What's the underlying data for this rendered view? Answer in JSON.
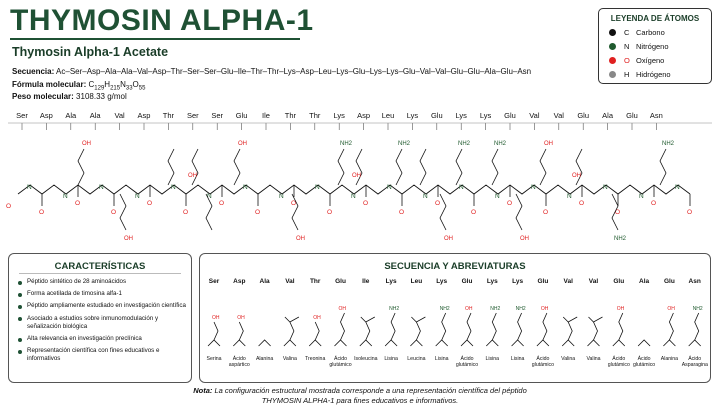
{
  "header": {
    "title": "THYMOSIN ALPHA-1",
    "subtitle": "Thymosin Alpha-1 Acetate",
    "sequence_label": "Secuencia:",
    "sequence_value": "Ac–Ser–Asp–Ala–Ala–Val–Asp–Thr–Ser–Ser–Glu–Ile–Thr–Thr–Lys–Asp–Leu–Lys–Glu–Lys–Lys–Glu–Val–Val–Glu–Glu–Ala–Glu–Asn",
    "formula_label": "Fórmula molecular:",
    "formula_parts": [
      "C",
      "129",
      "H",
      "215",
      "N",
      "33",
      "O",
      "55"
    ],
    "weight_label": "Peso molecular:",
    "weight_value": "3108.33 g/mol"
  },
  "legend": {
    "title": "LEYENDA DE ÁTOMOS",
    "items": [
      {
        "symbol": "C",
        "name": "Carbono",
        "color": "#111111"
      },
      {
        "symbol": "N",
        "name": "Nitrógeno",
        "color": "#1f5a2e"
      },
      {
        "symbol": "O",
        "name": "Oxígeno",
        "color": "#e02020"
      },
      {
        "symbol": "H",
        "name": "Hidrógeno",
        "color": "#888888"
      }
    ]
  },
  "structure": {
    "residues": [
      "Ser",
      "Asp",
      "Ala",
      "Ala",
      "Val",
      "Asp",
      "Thr",
      "Ser",
      "Ser",
      "Glu",
      "Ile",
      "Thr",
      "Thr",
      "Lys",
      "Asp",
      "Leu",
      "Lys",
      "Glu",
      "Lys",
      "Lys",
      "Glu",
      "Val",
      "Val",
      "Glu",
      "Ala",
      "Glu",
      "Asn"
    ],
    "atom_labels": {
      "oh": "OH",
      "o": "O",
      "nh2": "NH2",
      "nh": "N",
      "oh_top": "OH"
    }
  },
  "characteristics": {
    "title": "CARACTERÍSTICAS",
    "items": [
      "Péptido sintético de 28 aminoácidos",
      "Forma acetilada de timosina alfa-1",
      "Péptido ampliamente estudiado en investigación científica",
      "Asociado a estudios sobre inmunomodulación y señalización biológica",
      "Alta relevancia en investigación preclínica",
      "Representación científica con fines educativos e informativos"
    ]
  },
  "abbreviations": {
    "title": "SECUENCIA Y ABREVIATURAS",
    "items": [
      {
        "code": "Ser",
        "name": "Serina"
      },
      {
        "code": "Asp",
        "name": "Ácido aspártico"
      },
      {
        "code": "Ala",
        "name": "Alanina"
      },
      {
        "code": "Val",
        "name": "Valina"
      },
      {
        "code": "Thr",
        "name": "Treonina"
      },
      {
        "code": "Glu",
        "name": "Ácido glutámico"
      },
      {
        "code": "Ile",
        "name": "Isoleucina"
      },
      {
        "code": "Lys",
        "name": "Lisina"
      },
      {
        "code": "Leu",
        "name": "Leucina"
      },
      {
        "code": "Lys",
        "name": "Lisina"
      },
      {
        "code": "Glu",
        "name": "Ácido glutámico"
      },
      {
        "code": "Lys",
        "name": "Lisina"
      },
      {
        "code": "Lys",
        "name": "Lisina"
      },
      {
        "code": "Glu",
        "name": "Ácido glutámico"
      },
      {
        "code": "Val",
        "name": "Valina"
      },
      {
        "code": "Val",
        "name": "Valina"
      },
      {
        "code": "Glu",
        "name": "Ácido glutámico"
      },
      {
        "code": "Ala",
        "name": "Ácido glutámico"
      },
      {
        "code": "Glu",
        "name": "Alanina"
      },
      {
        "code": "Asn",
        "name": "Ácido Asparagina"
      }
    ],
    "side_label_oh": "OH",
    "side_label_o": "O",
    "side_label_nh2": "NH2"
  },
  "note": {
    "label": "Nota:",
    "line1": "La configuración estructural mostrada corresponde a una representación científica del péptido",
    "line2": "THYMOSIN ALPHA-1 para fines educativos e informativos."
  }
}
